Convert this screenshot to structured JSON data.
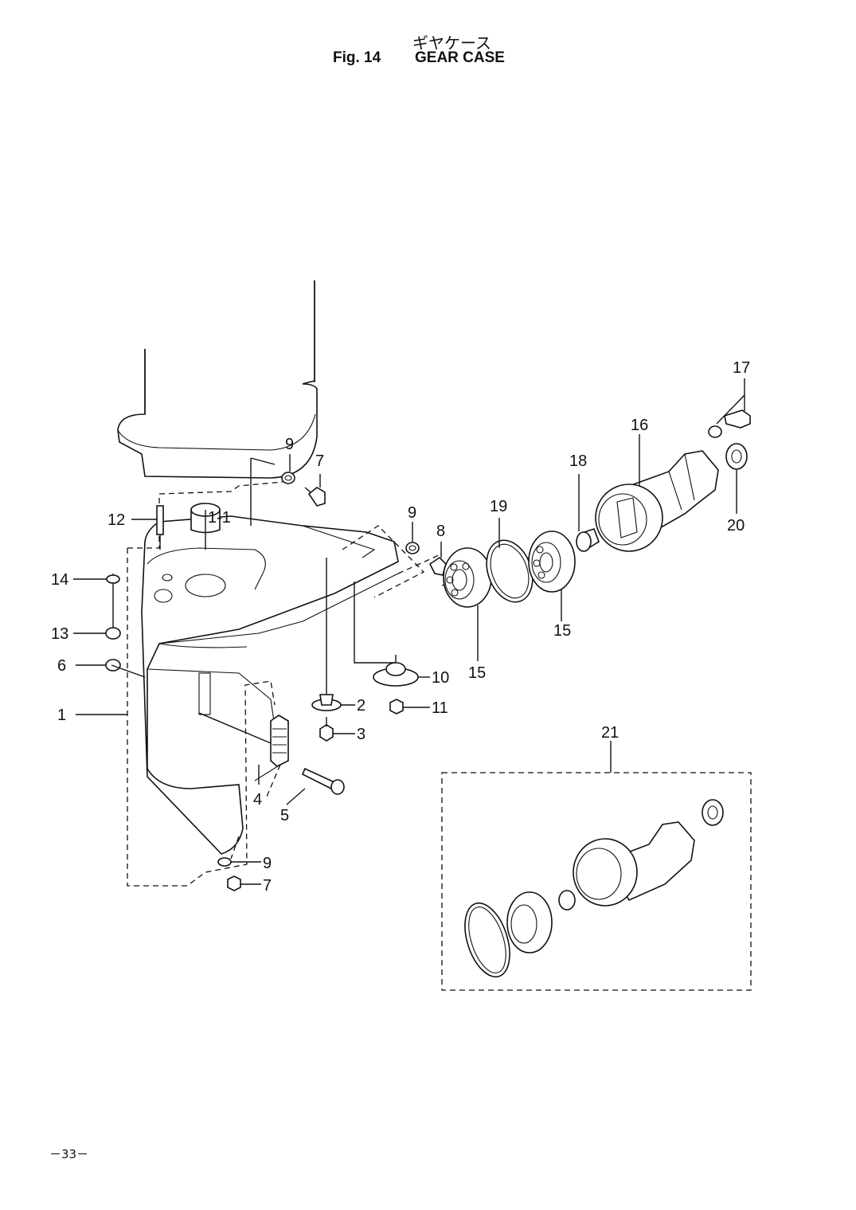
{
  "header": {
    "title_jp": "ギヤケース",
    "fig_number": "Fig. 14",
    "fig_title": "GEAR CASE"
  },
  "labels": {
    "l1": "1",
    "l1_1": "1-1",
    "l2": "2",
    "l3": "3",
    "l4": "4",
    "l5": "5",
    "l6": "6",
    "l7a": "7",
    "l7b": "7",
    "l8": "8",
    "l9a": "9",
    "l9b": "9",
    "l9c": "9",
    "l10": "10",
    "l11": "11",
    "l12": "12",
    "l13": "13",
    "l14": "14",
    "l15a": "15",
    "l15b": "15",
    "l16": "16",
    "l17": "17",
    "l18": "18",
    "l19": "19",
    "l20": "20",
    "l21": "21"
  },
  "footer": {
    "page_number": "－33－"
  }
}
